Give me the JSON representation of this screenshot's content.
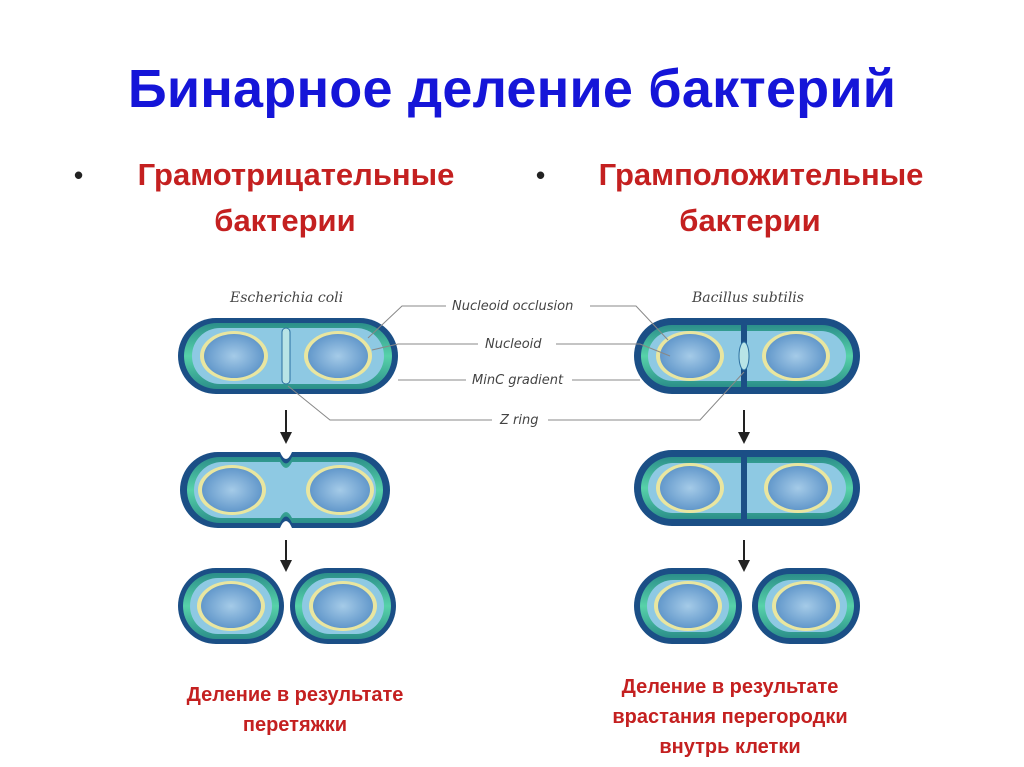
{
  "title": "Бинарное деление бактерий",
  "bullets": {
    "left": {
      "line1": "Грамотрицательные",
      "line2": "бактерии"
    },
    "right": {
      "line1": "Грамположительные",
      "line2": "бактерии"
    }
  },
  "diagram": {
    "species_left": "Escherichia coli",
    "species_right": "Bacillus subtilis",
    "labels": [
      "Nucleoid occlusion",
      "Nucleoid",
      "MinC gradient",
      "Z ring"
    ]
  },
  "captions": {
    "left": [
      "Деление в результате",
      "перетяжки"
    ],
    "right": [
      "Деление в результате",
      "врастания перегородки",
      "внутрь клетки"
    ]
  },
  "colors": {
    "title": "#1515d8",
    "bullet_text": "#c42020",
    "cell_outer": "#1b4f86",
    "cell_green": "#3fbf9a",
    "cell_inner": "#8ec9e3",
    "nucleoid": "#6fa2d0"
  }
}
